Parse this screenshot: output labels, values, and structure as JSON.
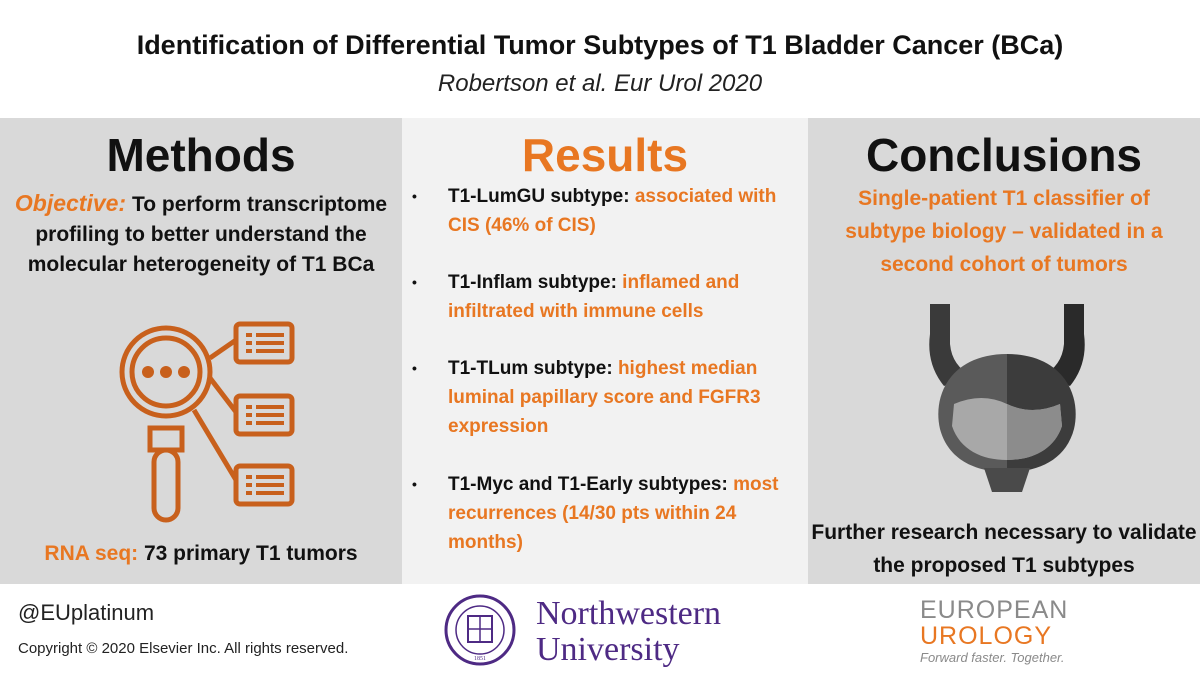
{
  "header": {
    "title": "Identification of Differential Tumor Subtypes of T1 Bladder Cancer (BCa)",
    "citation": "Robertson et al. Eur Urol 2020"
  },
  "methods": {
    "heading": "Methods",
    "objective_label": "Objective:",
    "objective_text": " To perform transcriptome profiling to better understand the molecular heterogeneity of T1 BCa",
    "icon": "magnifier-documents-icon",
    "rnaseq_label": "RNA seq:",
    "rnaseq_text": " 73 primary T1 tumors"
  },
  "results": {
    "heading": "Results",
    "items": [
      {
        "bullet": "•",
        "lead": "T1-LumGU subtype:",
        "detail": " associated with CIS (46% of CIS)"
      },
      {
        "bullet": "•",
        "lead": "T1-Inflam subtype:",
        "detail": " inflamed and infiltrated with immune cells"
      },
      {
        "bullet": "•",
        "lead": "T1-TLum subtype:",
        "detail": " highest median luminal papillary score and FGFR3 expression"
      },
      {
        "bullet": "•",
        "lead": "T1-Myc and T1-Early subtypes:",
        "detail": " most recurrences (14/30 pts within 24 months)"
      }
    ]
  },
  "conclusions": {
    "heading": "Conclusions",
    "summary": "Single-patient T1 classifier of subtype biology – validated in a second cohort of tumors",
    "icon": "bladder-icon",
    "further": "Further research necessary to validate the proposed T1 subtypes"
  },
  "footer": {
    "handle": "@EUplatinum",
    "copyright": "Copyright © 2020 Elsevier Inc. All rights reserved.",
    "university_line1": "Northwestern",
    "university_line2": "University",
    "university_seal_text": "NORTHWESTERN UNIVERSITY 1851",
    "journal_line1": "EUROPEAN",
    "journal_line2": "UROLOGY",
    "journal_tagline": "Forward faster. Together."
  },
  "colors": {
    "accent": "#e87722",
    "panel_gray": "#d9d9d9",
    "panel_light": "#f2f2f2",
    "northwestern_purple": "#4e2a84"
  }
}
